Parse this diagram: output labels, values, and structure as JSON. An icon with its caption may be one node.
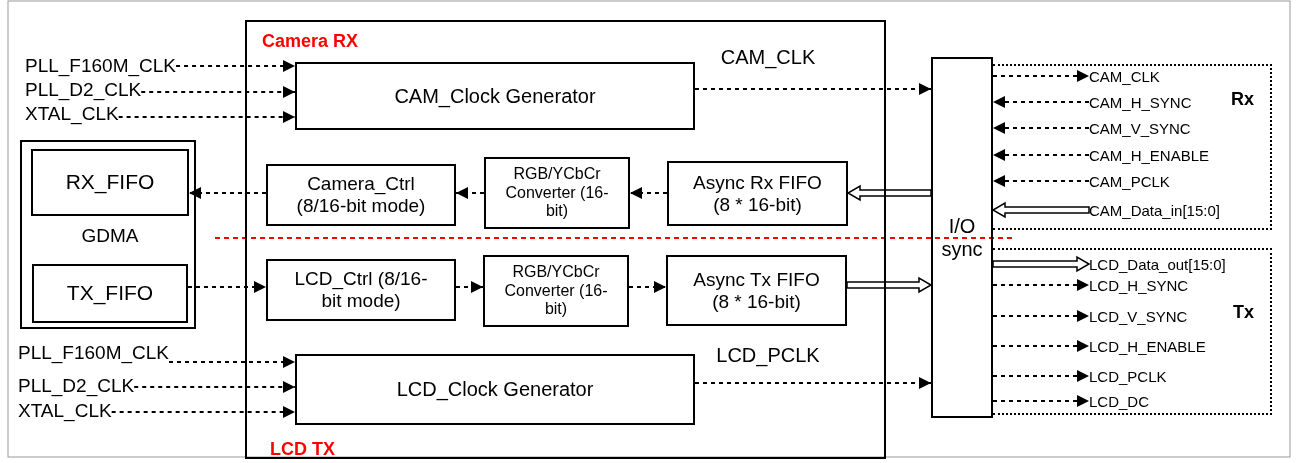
{
  "diagram": {
    "nodes": [
      {
        "text": [
          "PLL_F160M_CLK"
        ]
      },
      {
        "text": [
          "PLL_D2_CLK"
        ]
      },
      {
        "text": [
          "XTAL_CLK"
        ]
      },
      {
        "text": [
          "GDMA"
        ]
      },
      {
        "text": [
          "RX_FIFO"
        ],
        "in": 3
      },
      {
        "text": [
          "TX_FIFO"
        ],
        "in": 3
      },
      {
        "text": [
          "PLL_F160M_CLK"
        ]
      },
      {
        "text": [
          "PLL_D2_CLK"
        ]
      },
      {
        "text": [
          "XTAL_CLK"
        ]
      },
      {
        "text": [
          "Camera RX",
          "LCD TX"
        ]
      },
      {
        "text": [
          "CAM_Clock Generator"
        ],
        "in": 9
      },
      {
        "text": [
          "Camera_Ctrl (8/16-bit mode)"
        ],
        "in": 9
      },
      {
        "text": [
          "RGB/YCbCr Converter (16-bit)"
        ],
        "in": 9
      },
      {
        "text": [
          "Async Rx FIFO (8 * 16-bit)"
        ],
        "in": 9
      },
      {
        "text": [
          "LCD_Ctrl (8/16-bit mode)"
        ],
        "in": 9
      },
      {
        "text": [
          "RGB/YCbCr Converter (16-bit)"
        ],
        "in": 9
      },
      {
        "text": [
          "Async Tx FIFO (8 * 16-bit)"
        ],
        "in": 9
      },
      {
        "text": [
          "LCD_Clock Generator"
        ],
        "in": 9
      },
      {
        "text": [
          "I/O sync"
        ]
      },
      {
        "text": [
          "Rx"
        ]
      },
      {
        "text": [
          "CAM_CLK"
        ],
        "in": 19
      },
      {
        "text": [
          "CAM_H_SYNC"
        ],
        "in": 19
      },
      {
        "text": [
          "CAM_V_SYNC"
        ],
        "in": 19
      },
      {
        "text": [
          "CAM_H_ENABLE"
        ],
        "in": 19
      },
      {
        "text": [
          "CAM_PCLK"
        ],
        "in": 19
      },
      {
        "text": [
          "CAM_Data_in[15:0]"
        ],
        "in": 19
      },
      {
        "text": [
          "Tx"
        ]
      },
      {
        "text": [
          "LCD_Data_out[15:0]"
        ],
        "in": 26
      },
      {
        "text": [
          "LCD_H_SYNC"
        ],
        "in": 26
      },
      {
        "text": [
          "LCD_V_SYNC"
        ],
        "in": 26
      },
      {
        "text": [
          "LCD_H_ENABLE"
        ],
        "in": 26
      },
      {
        "text": [
          "LCD_PCLK"
        ],
        "in": 26
      },
      {
        "text": [
          "LCD_DC"
        ],
        "in": 26
      }
    ],
    "edges": [
      {
        "from": 0,
        "to": 10,
        "arrow": "to",
        "style": "dashed"
      },
      {
        "from": 1,
        "to": 10,
        "arrow": "to",
        "style": "dashed"
      },
      {
        "from": 2,
        "to": 10,
        "arrow": "to",
        "style": "dashed"
      },
      {
        "from": 10,
        "to": 18,
        "arrow": "to",
        "style": "dashed",
        "label": "CAM_CLK"
      },
      {
        "from": 11,
        "to": 4,
        "arrow": "to",
        "style": "dashed"
      },
      {
        "from": 12,
        "to": 11,
        "arrow": "to",
        "style": "dashed"
      },
      {
        "from": 13,
        "to": 12,
        "arrow": "to",
        "style": "dashed"
      },
      {
        "from": 18,
        "to": 13,
        "arrow": "to",
        "style": "thick"
      },
      {
        "from": 5,
        "to": 14,
        "arrow": "to",
        "style": "dashed"
      },
      {
        "from": 14,
        "to": 15,
        "arrow": "to",
        "style": "dashed"
      },
      {
        "from": 15,
        "to": 16,
        "arrow": "to",
        "style": "dashed"
      },
      {
        "from": 16,
        "to": 18,
        "arrow": "to",
        "style": "thick"
      },
      {
        "from": 6,
        "to": 17,
        "arrow": "to",
        "style": "dashed"
      },
      {
        "from": 7,
        "to": 17,
        "arrow": "to",
        "style": "dashed"
      },
      {
        "from": 8,
        "to": 17,
        "arrow": "to",
        "style": "dashed"
      },
      {
        "from": 17,
        "to": 18,
        "arrow": "to",
        "style": "dashed",
        "label": "LCD_PCLK"
      },
      {
        "from": 18,
        "to": 20,
        "arrow": "to",
        "style": "dashed"
      },
      {
        "from": 21,
        "to": 18,
        "arrow": "to",
        "style": "dashed"
      },
      {
        "from": 22,
        "to": 18,
        "arrow": "to",
        "style": "dashed"
      },
      {
        "from": 23,
        "to": 18,
        "arrow": "to",
        "style": "dashed"
      },
      {
        "from": 24,
        "to": 18,
        "arrow": "to",
        "style": "dashed"
      },
      {
        "from": 25,
        "to": 18,
        "arrow": "to",
        "style": "thick"
      },
      {
        "from": 18,
        "to": 27,
        "arrow": "to",
        "style": "thick"
      },
      {
        "from": 18,
        "to": 28,
        "arrow": "to",
        "style": "dashed"
      },
      {
        "from": 18,
        "to": 29,
        "arrow": "to",
        "style": "dashed"
      },
      {
        "from": 18,
        "to": 30,
        "arrow": "to",
        "style": "dashed"
      },
      {
        "from": 18,
        "to": 31,
        "arrow": "to",
        "style": "dashed"
      },
      {
        "from": 18,
        "to": 32,
        "arrow": "to",
        "style": "dashed"
      }
    ]
  }
}
